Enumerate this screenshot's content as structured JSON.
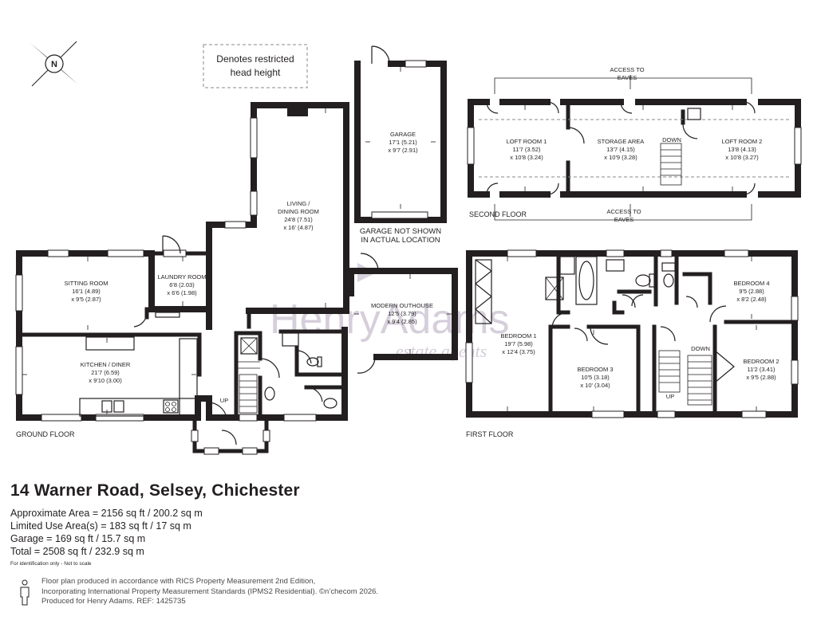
{
  "compass": {
    "label": "N"
  },
  "legend": {
    "restricted_line1": "Denotes restricted",
    "restricted_line2": "head height"
  },
  "watermark": {
    "brand": "HenryAdams",
    "tagline": "estate agents"
  },
  "floors": {
    "ground": "GROUND FLOOR",
    "first": "FIRST FLOOR",
    "second": "SECOND FLOOR"
  },
  "rooms": {
    "sitting": {
      "name": "SITTING ROOM",
      "dim1": "16'1 (4.89)",
      "dim2": "x 9'5 (2.87)"
    },
    "laundry": {
      "name": "LAUNDRY ROOM",
      "dim1": "6'8 (2.03)",
      "dim2": "x 6'6 (1.98)"
    },
    "living": {
      "name": "LIVING /",
      "name2": "DINING ROOM",
      "dim1": "24'8 (7.51)",
      "dim2": "x 16' (4.87)"
    },
    "garage": {
      "name": "GARAGE",
      "dim1": "17'1 (5.21)",
      "dim2": "x 9'7 (2.91)"
    },
    "kitchen": {
      "name": "KITCHEN / DINER",
      "dim1": "21'7 (6.59)",
      "dim2": "x 9'10 (3.00)"
    },
    "outhouse": {
      "name": "MODERN OUTHOUSE",
      "dim1": "12'5 (3.79)",
      "dim2": "x 9'4 (2.85)"
    },
    "loft1": {
      "name": "LOFT ROOM 1",
      "dim1": "11'7 (3.52)",
      "dim2": "x 10'8 (3.24)"
    },
    "storage": {
      "name": "STORAGE AREA",
      "dim1": "13'7 (4.15)",
      "dim2": "x 10'9 (3.28)"
    },
    "loft2": {
      "name": "LOFT ROOM 2",
      "dim1": "13'8 (4.13)",
      "dim2": "x 10'8 (3.27)"
    },
    "bed1": {
      "name": "BEDROOM 1",
      "dim1": "19'7 (5.98)",
      "dim2": "x 12'4 (3.75)"
    },
    "bed3": {
      "name": "BEDROOM 3",
      "dim1": "10'5 (3.18)",
      "dim2": "x 10' (3.04)"
    },
    "bed4": {
      "name": "BEDROOM 4",
      "dim1": "9'5 (2.88)",
      "dim2": "x 8'2 (2.48)"
    },
    "bed2": {
      "name": "BEDROOM 2",
      "dim1": "11'2 (3.41)",
      "dim2": "x 9'5 (2.88)"
    }
  },
  "notes": {
    "garage_not_shown_1": "GARAGE NOT SHOWN",
    "garage_not_shown_2": "IN ACTUAL LOCATION",
    "access_eaves_top_1": "ACCESS TO",
    "access_eaves_top_2": "EAVES",
    "access_eaves_bottom_1": "ACCESS TO",
    "access_eaves_bottom_2": "EAVES",
    "up_ground": "UP",
    "down_loft": "DOWN",
    "up_first": "UP",
    "down_first": "DOWN"
  },
  "address": "14 Warner Road, Selsey, Chichester",
  "areas": [
    "Approximate Area = 2156 sq ft / 200.2 sq m",
    "Limited Use Area(s) = 183 sq ft / 17 sq m",
    "Garage = 169 sq ft / 15.7 sq m",
    "Total = 2508 sq ft / 232.9 sq m"
  ],
  "disclaimer": "For identification only - Not to scale",
  "footer": {
    "line1": "Floor plan produced in accordance with RICS Property Measurement 2nd Edition,",
    "line2": "Incorporating International Property Measurement Standards (IPMS2 Residential).",
    "copyright": "©n’checom 2026.",
    "line3": "Produced for Henry Adams.   REF: 1425735"
  }
}
